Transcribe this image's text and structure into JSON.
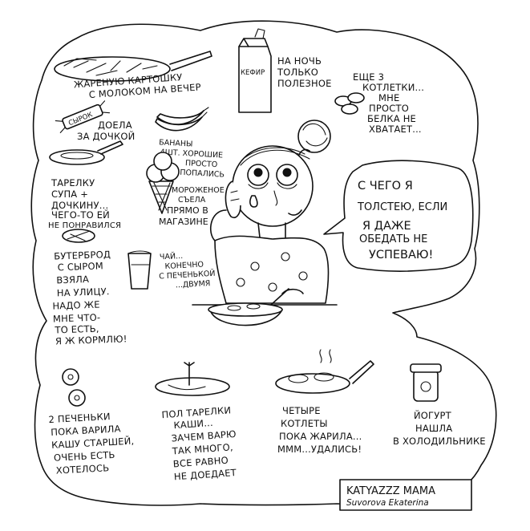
{
  "comic": {
    "items": [
      {
        "lines": [
          "ЖАРЕНУЮ КАРТОШКУ",
          "С МОЛОКОМ НА ВЕЧЕР"
        ]
      },
      {
        "lines": [
          "НА НОЧЬ",
          "ТОЛЬКО",
          "ПОЛЕЗНОЕ"
        ]
      },
      {
        "lines": [
          "ЕЩЕ 3",
          "КОТЛЕТКИ...",
          "МНЕ",
          "ПРОСТО",
          "БЕЛКА НЕ",
          "ХВАТАЕТ..."
        ]
      },
      {
        "lines": [
          "ДОЕЛА",
          "ЗА ДОЧКОЙ"
        ]
      },
      {
        "lines": [
          "БАНАНЫ",
          "4ШТ. ХОРОШИЕ",
          "ПРОСТО",
          "ПОПАЛИСЬ"
        ]
      },
      {
        "lines": [
          "ТАРЕЛКУ",
          "СУПА +",
          "ДОЧКИНУ...",
          "ЧЕГО-ТО ЕЙ",
          "НЕ ПОНРАВИЛСЯ"
        ]
      },
      {
        "lines": [
          "МОРОЖЕНОЕ",
          "СЪЕЛА",
          "ПРЯМО В",
          "МАГАЗИНЕ"
        ]
      },
      {
        "lines": [
          "БУТЕРБРОД",
          "С СЫРОМ",
          "ВЗЯЛА",
          "НА УЛИЦУ.",
          "НАДО ЖЕ",
          "МНЕ ЧТО-",
          "ТО ЕСТЬ,",
          "Я Ж КОРМЛЮ!"
        ]
      },
      {
        "lines": [
          "ЧАЙ...",
          "КОНЕЧНО",
          "С ПЕЧЕНЬКОЙ",
          "...ДВУМЯ"
        ]
      },
      {
        "lines": [
          "2 ПЕЧЕНЬКИ",
          "ПОКА ВАРИЛА",
          "КАШУ СТАРШЕЙ,",
          "ОЧЕНЬ ЕСТЬ",
          "ХОТЕЛОСЬ"
        ]
      },
      {
        "lines": [
          "ПОЛ ТАРЕЛКИ",
          "КАШИ...",
          "ЗАЧЕМ ВАРЮ",
          "ТАК МНОГО,",
          "ВСЕ РАВНО",
          "НЕ ДОЕДАЕТ"
        ]
      },
      {
        "lines": [
          "ЧЕТЫРЕ",
          "КОТЛЕТЫ",
          "ПОКА ЖАРИЛА...",
          "МММ...УДАЛИСЬ!"
        ]
      },
      {
        "lines": [
          "ЙОГУРТ",
          "НАШЛА",
          "В ХОЛОДИЛЬНИКЕ"
        ]
      }
    ],
    "product_labels": {
      "kefir": "КЕФИР",
      "cheese": "СЫРОК"
    },
    "speech_bubble": {
      "lines": [
        "С ЧЕГО Я",
        "ТОЛСТЕЮ, ЕСЛИ",
        "Я ДАЖЕ",
        "ОБЕДАТЬ НЕ",
        "УСПЕВАЮ!"
      ]
    },
    "signature": {
      "line1": "KATYAZZZ MAMA",
      "line2": "Suvorova Ekaterina"
    }
  }
}
